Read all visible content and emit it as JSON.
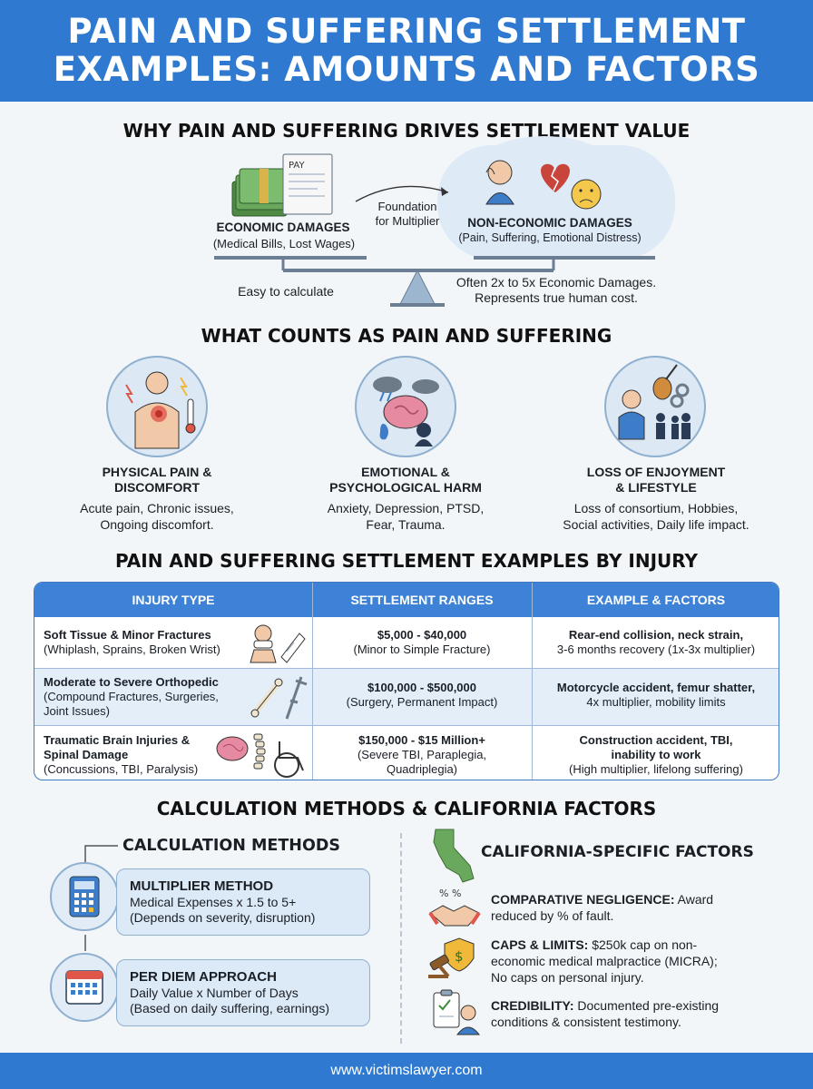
{
  "header": {
    "title_line1": "PAIN AND SUFFERING SETTLEMENT",
    "title_line2": "EXAMPLES: AMOUNTS AND FACTORS"
  },
  "why": {
    "title": "WHY PAIN AND SUFFERING DRIVES SETTLEMENT VALUE",
    "economic_title": "ECONOMIC DAMAGES",
    "economic_sub": "(Medical Bills, Lost Wages)",
    "pay_label": "PAY",
    "foundation_line1": "Foundation",
    "foundation_line2": "for Multiplier",
    "noneconomic_title": "NON-ECONOMIC DAMAGES",
    "noneconomic_sub": "(Pain, Suffering, Emotional Distress)",
    "easy": "Easy to calculate",
    "often_line1": "Often 2x to 5x Economic Damages.",
    "often_line2": "Represents true human cost."
  },
  "counts": {
    "title": "WHAT COUNTS AS PAIN AND SUFFERING",
    "items": [
      {
        "title1": "PHYSICAL PAIN &",
        "title2": "DISCOMFORT",
        "desc1": "Acute pain, Chronic issues,",
        "desc2": "Ongoing discomfort."
      },
      {
        "title1": "EMOTIONAL &",
        "title2": "PSYCHOLOGICAL HARM",
        "desc1": "Anxiety, Depression, PTSD,",
        "desc2": "Fear, Trauma."
      },
      {
        "title1": "LOSS OF ENJOYMENT",
        "title2": "& LIFESTYLE",
        "desc1": "Loss of consortium, Hobbies,",
        "desc2": "Social activities, Daily life impact."
      }
    ]
  },
  "examples": {
    "title": "PAIN AND SUFFERING SETTLEMENT EXAMPLES BY INJURY",
    "headers": [
      "INJURY TYPE",
      "SETTLEMENT RANGES",
      "EXAMPLE & FACTORS"
    ],
    "rows": [
      {
        "injury_bold": "Soft Tissue & Minor Fractures",
        "injury_sub": "(Whiplash, Sprains, Broken Wrist)",
        "range": "$5,000 - $40,000",
        "range_sub": "(Minor to Simple Fracture)",
        "example_bold": "Rear-end collision, neck strain,",
        "example_sub": "3-6 months recovery (1x-3x multiplier)"
      },
      {
        "injury_bold": "Moderate to Severe Orthopedic",
        "injury_sub1": "(Compound Fractures, Surgeries,",
        "injury_sub2": "Joint Issues)",
        "range": "$100,000 - $500,000",
        "range_sub": "(Surgery, Permanent Impact)",
        "example_bold": "Motorcycle accident, femur shatter,",
        "example_sub": "4x multiplier, mobility limits"
      },
      {
        "injury_bold1": "Traumatic Brain Injuries &",
        "injury_bold2": "Spinal Damage",
        "injury_sub": "(Concussions, TBI, Paralysis)",
        "range": "$150,000 - $15 Million+",
        "range_sub1": "(Severe TBI, Paraplegia,",
        "range_sub2": "Quadriplegia)",
        "example_bold1": "Construction accident, TBI,",
        "example_bold2": "inability to work",
        "example_sub": "(High multiplier, lifelong suffering)"
      }
    ]
  },
  "calc": {
    "title": "CALCULATION METHODS & CALIFORNIA FACTORS",
    "methods_title": "CALCULATION METHODS",
    "multiplier_title": "MULTIPLIER METHOD",
    "multiplier_line1": "Medical Expenses x 1.5 to 5+",
    "multiplier_line2": "(Depends on severity, disruption)",
    "perdiem_title": "PER DIEM APPROACH",
    "perdiem_line1": "Daily Value x Number of Days",
    "perdiem_line2": "(Based on daily suffering, earnings)",
    "ca_title": "CALIFORNIA-SPECIFIC FACTORS",
    "percent_label": "% %",
    "neg_bold": "COMPARATIVE NEGLIGENCE:",
    "neg_text1": " Award",
    "neg_text2": "reduced by % of fault.",
    "caps_bold": "CAPS & LIMITS:",
    "caps_text1": " $250k cap on non-",
    "caps_text2": "economic medical malpractice (MICRA);",
    "caps_text3": "No caps on personal injury.",
    "cred_bold": "CREDIBILITY:",
    "cred_text1": " Documented pre-existing",
    "cred_text2": "conditions & consistent testimony."
  },
  "footer": {
    "url": "www.victimslawyer.com"
  },
  "colors": {
    "brand_blue": "#2f7ad0",
    "table_head": "#3d82d6",
    "light_blue": "#dce9f6"
  }
}
